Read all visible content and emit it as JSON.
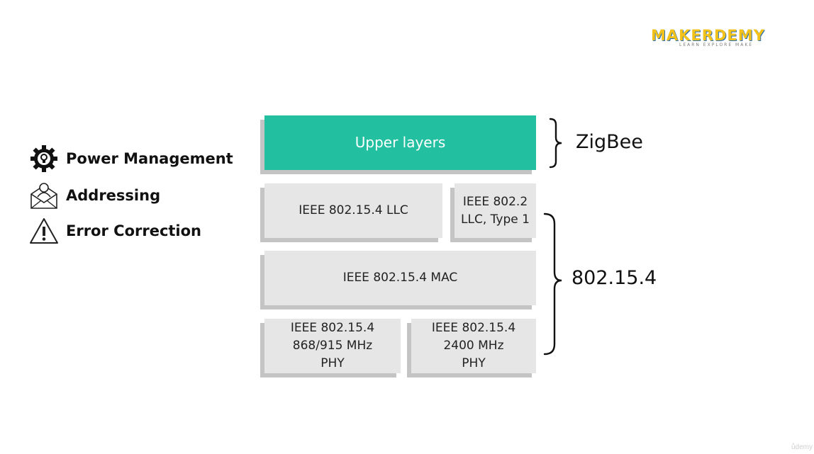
{
  "logo": {
    "name": "MAKERDEMY",
    "tagline": "LEARN EXPLORE MAKE"
  },
  "features": [
    {
      "label": "Power Management",
      "icon": "gear-bulb-icon"
    },
    {
      "label": "Addressing",
      "icon": "mail-user-icon"
    },
    {
      "label": "Error Correction",
      "icon": "warning-icon"
    }
  ],
  "stack": {
    "upper": "Upper layers",
    "llc": "IEEE 802.15.4 LLC",
    "llc2_line1": "IEEE 802.2",
    "llc2_line2": "LLC, Type 1",
    "mac": "IEEE 802.15.4 MAC",
    "phy1_line1": "IEEE 802.15.4",
    "phy1_line2": "868/915 MHz",
    "phy1_line3": "PHY",
    "phy2_line1": "IEEE 802.15.4",
    "phy2_line2": "2400 MHz",
    "phy2_line3": "PHY"
  },
  "braces": {
    "top": "ZigBee",
    "bottom": "802.15.4"
  },
  "colors": {
    "upper_layers": "#22bfa1",
    "block": "#e6e6e6",
    "shadow": "#c4c4c4",
    "logo": "#f2c21b"
  },
  "watermark": "ůdemy"
}
